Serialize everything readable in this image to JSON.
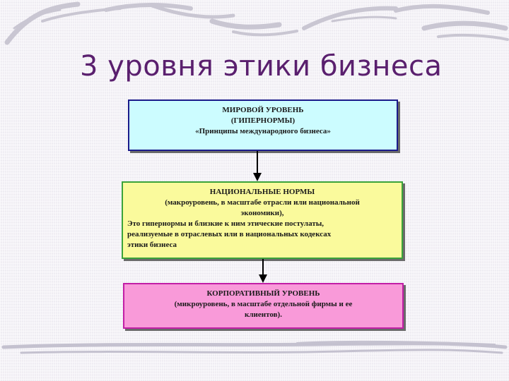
{
  "title": "3 уровня этики бизнеса",
  "levels": [
    {
      "line1": "МИРОВОЙ УРОВЕНЬ",
      "line2": "(ГИПЕРНОРМЫ)",
      "line3": "«Принципы международного бизнеса»"
    },
    {
      "line1": "НАЦИОНАЛЬНЫЕ НОРМЫ",
      "line2": "(макроуровень, в масштабе отрасли или национальной",
      "line3": "экономики),",
      "line4": "Это гипернормы и близкие к ним этические постулаты,",
      "line5": "реализуемые в отраслевых или в национальных кодексах",
      "line6": "этики бизнеса"
    },
    {
      "line1": "КОРПОРАТИВНЫЙ УРОВЕНЬ",
      "line2": "(микроуровень, в масштабе отдельной фирмы и ее",
      "line3": "клиентов)."
    }
  ],
  "colors": {
    "title": "#5a1f6e",
    "level1_fill": "#ccfcff",
    "level2_fill": "#fafa9c",
    "level3_fill": "#f99ad9"
  }
}
